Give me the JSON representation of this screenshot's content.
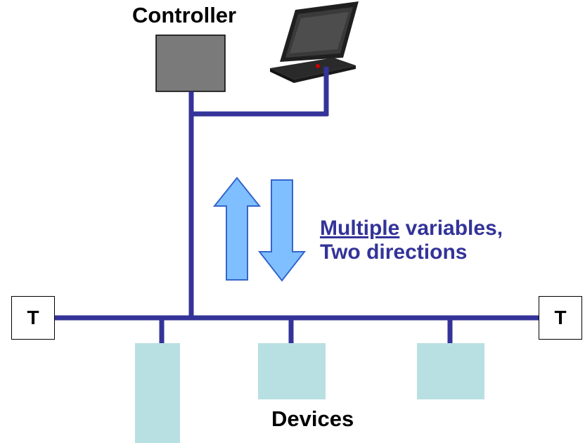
{
  "labels": {
    "controller": "Controller",
    "devices": "Devices",
    "terminator_left": "T",
    "terminator_right": "T"
  },
  "caption": {
    "line1_underlined": "Multiple",
    "line1_rest": " variables,",
    "line2": "Two directions"
  },
  "colors": {
    "bus": "#333399",
    "controller_fill": "#7a7a7a",
    "device_fill": "#b8e0e2",
    "arrow_fill": "#80bfff",
    "arrow_stroke": "#3366cc",
    "caption_text": "#333399"
  }
}
